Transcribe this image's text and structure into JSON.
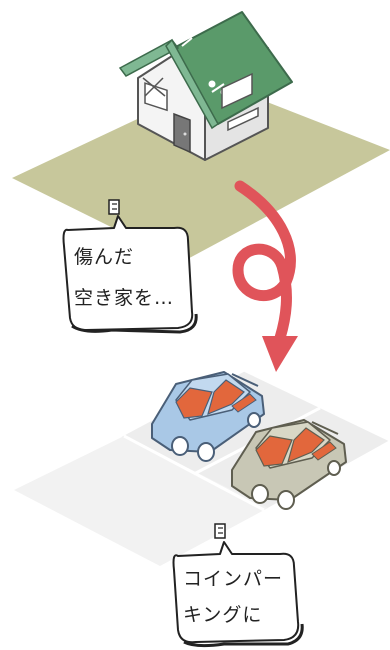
{
  "bubble_before": {
    "line1": "傷んだ",
    "line2": "空き家を…"
  },
  "bubble_after": {
    "line1": "コインパー",
    "line2": "キングに"
  },
  "colors": {
    "lawn": "#c7c79b",
    "roof": "#5a9a6a",
    "house_wall": "#f7f7f7",
    "arrow": "#e0545a",
    "car_blue": "#a9c8e6",
    "car_gray": "#c8c7b5",
    "car_window": "#e2673c",
    "parking_lot": "#f1f1f1"
  }
}
